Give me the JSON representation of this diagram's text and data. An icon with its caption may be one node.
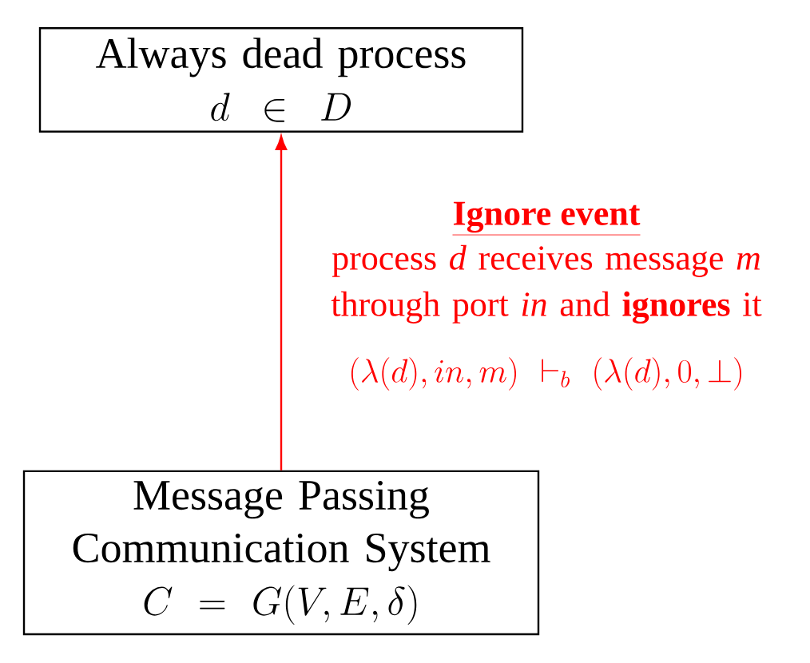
{
  "diagram": {
    "nodes": [
      {
        "text": [
          "Always dead process",
          "d \\in D"
        ]
      },
      {
        "text": [
          "Message Passing Communication System",
          "C = G(V, E, \\delta)"
        ]
      }
    ],
    "edges": [
      {
        "from": 1,
        "to": 0,
        "arrow": "to",
        "color": "#ff0000",
        "label": "Ignore event"
      }
    ],
    "labels": [
      "process *d* receives message *m* through port *in* and **ignores** it",
      "(\\lambda(d), in, m) \\vdash_b (\\lambda(d), 0, \\bot)"
    ]
  }
}
